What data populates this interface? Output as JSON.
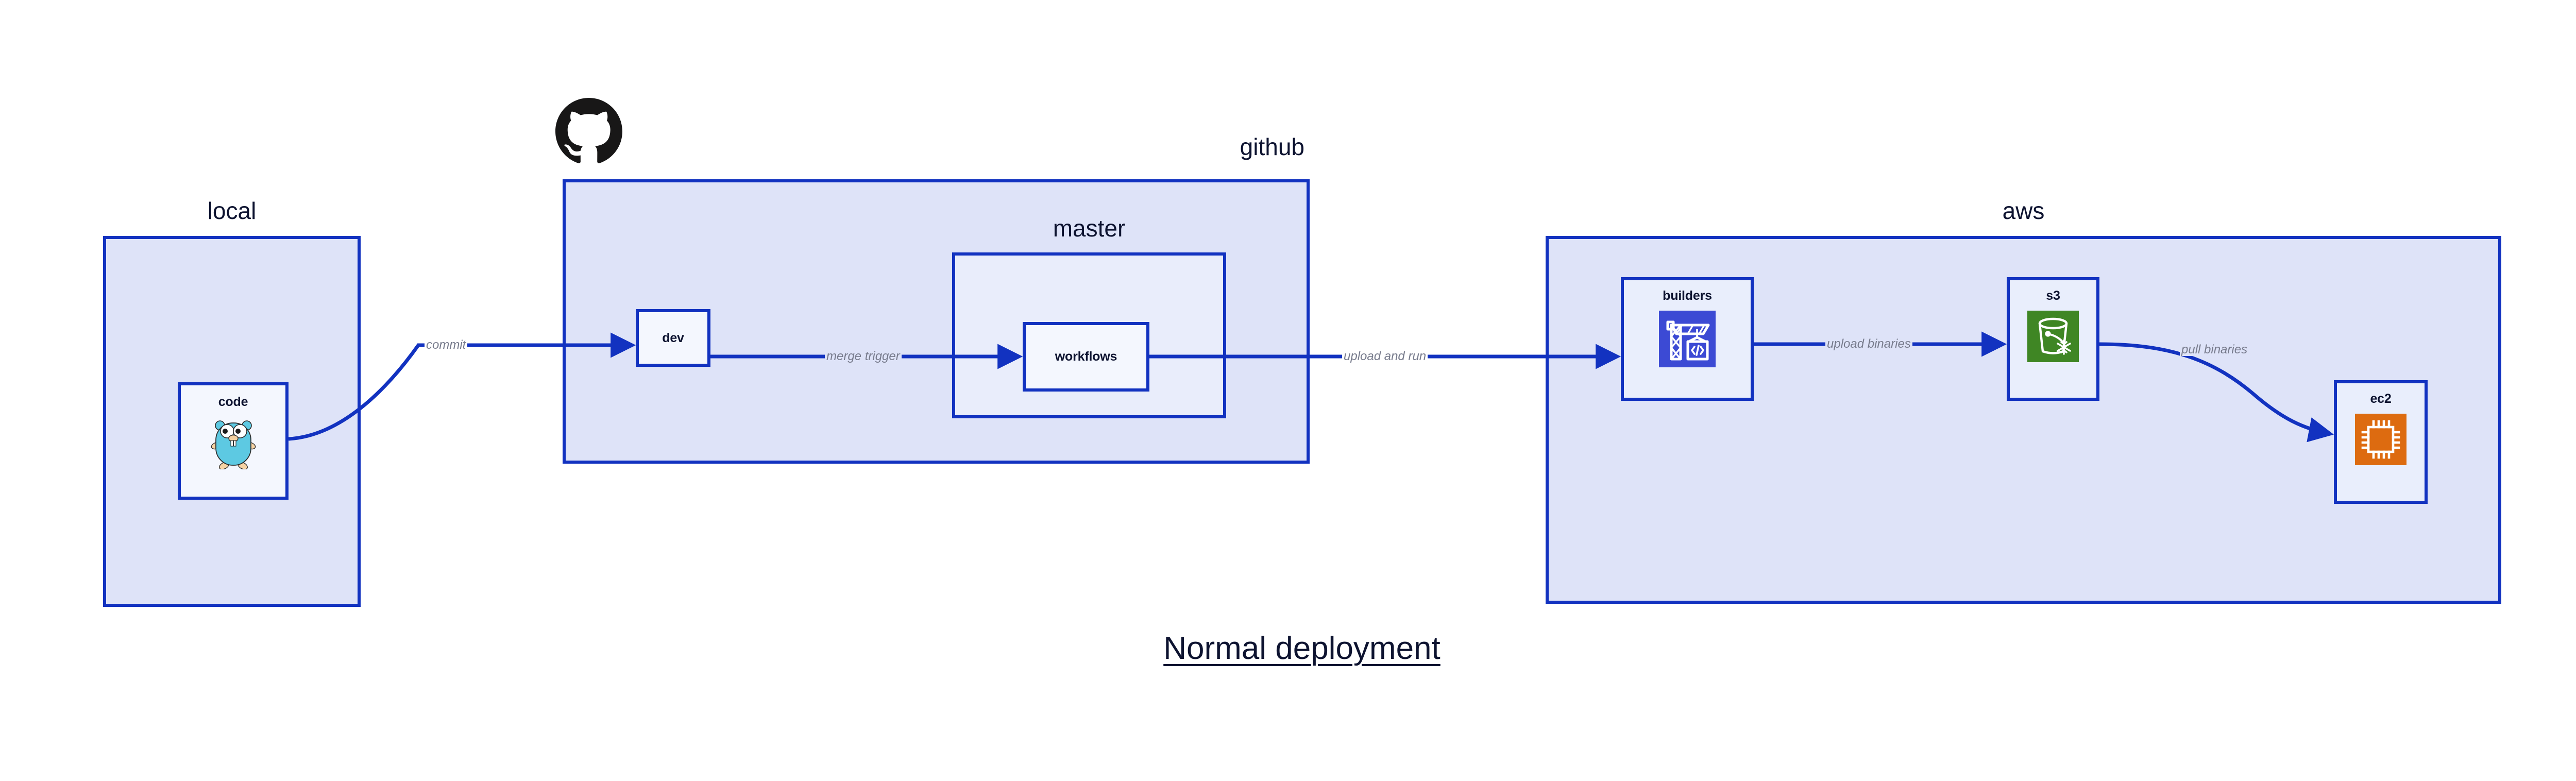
{
  "caption": "Normal deployment",
  "palette": {
    "group_border": "#1232c0",
    "group_fill": "#dee3f8",
    "inner_group_fill": "#e9edfb",
    "node_fill": "#e9eefc",
    "edge_stroke": "#1232c0",
    "edge_label_color": "#777b8c",
    "text_color": "#0d1330",
    "codebuild_blue": "#3c4ad4",
    "s3_green": "#3f8624",
    "ec2_orange": "#dd6b10",
    "gopher_cyan": "#5dc9e2",
    "octocat_black": "#181717",
    "page_background": "#ffffff"
  },
  "groups": [
    {
      "key": "local",
      "label": "local",
      "label_align": "center"
    },
    {
      "key": "github",
      "label": "github",
      "label_align": "right"
    },
    {
      "key": "master",
      "label": "master",
      "label_align": "center"
    },
    {
      "key": "aws",
      "label": "aws",
      "label_align": "center"
    }
  ],
  "nodes": [
    {
      "key": "code",
      "label": "code",
      "icon": "go-gopher-icon",
      "group": "local"
    },
    {
      "key": "dev",
      "label": "dev",
      "icon": null,
      "group": "github"
    },
    {
      "key": "workflows",
      "label": "workflows",
      "icon": null,
      "group": "master"
    },
    {
      "key": "builders",
      "label": "builders",
      "icon": "aws-codebuild-icon",
      "group": "aws"
    },
    {
      "key": "s3",
      "label": "s3",
      "icon": "aws-s3-bucket-icon",
      "group": "aws"
    },
    {
      "key": "ec2",
      "label": "ec2",
      "icon": "aws-ec2-chip-icon",
      "group": "aws"
    }
  ],
  "edges": [
    {
      "key": "commit",
      "label": "commit",
      "from": "code",
      "to": "dev"
    },
    {
      "key": "merge-trigger",
      "label": "merge trigger",
      "from": "dev",
      "to": "workflows"
    },
    {
      "key": "upload-and-run",
      "label": "upload and run",
      "from": "workflows",
      "to": "builders"
    },
    {
      "key": "upload-binaries",
      "label": "upload binaries",
      "from": "builders",
      "to": "s3"
    },
    {
      "key": "pull-binaries",
      "label": "pull binaries",
      "from": "s3",
      "to": "ec2"
    }
  ],
  "logos": [
    {
      "key": "github-octocat",
      "icon": "github-octocat-icon"
    }
  ]
}
